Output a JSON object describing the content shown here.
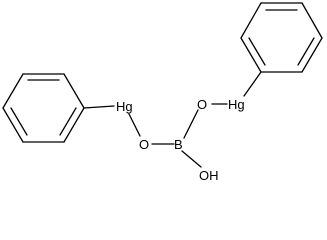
{
  "molecule": {
    "atoms": {
      "hg_left": "Hg",
      "hg_right": "Hg",
      "o_left": "O",
      "o_right": "O",
      "boron": "B",
      "hydroxyl": "OH"
    }
  },
  "colors": {
    "bond": "#000000",
    "label": "#000000",
    "background": "#ffffff"
  }
}
